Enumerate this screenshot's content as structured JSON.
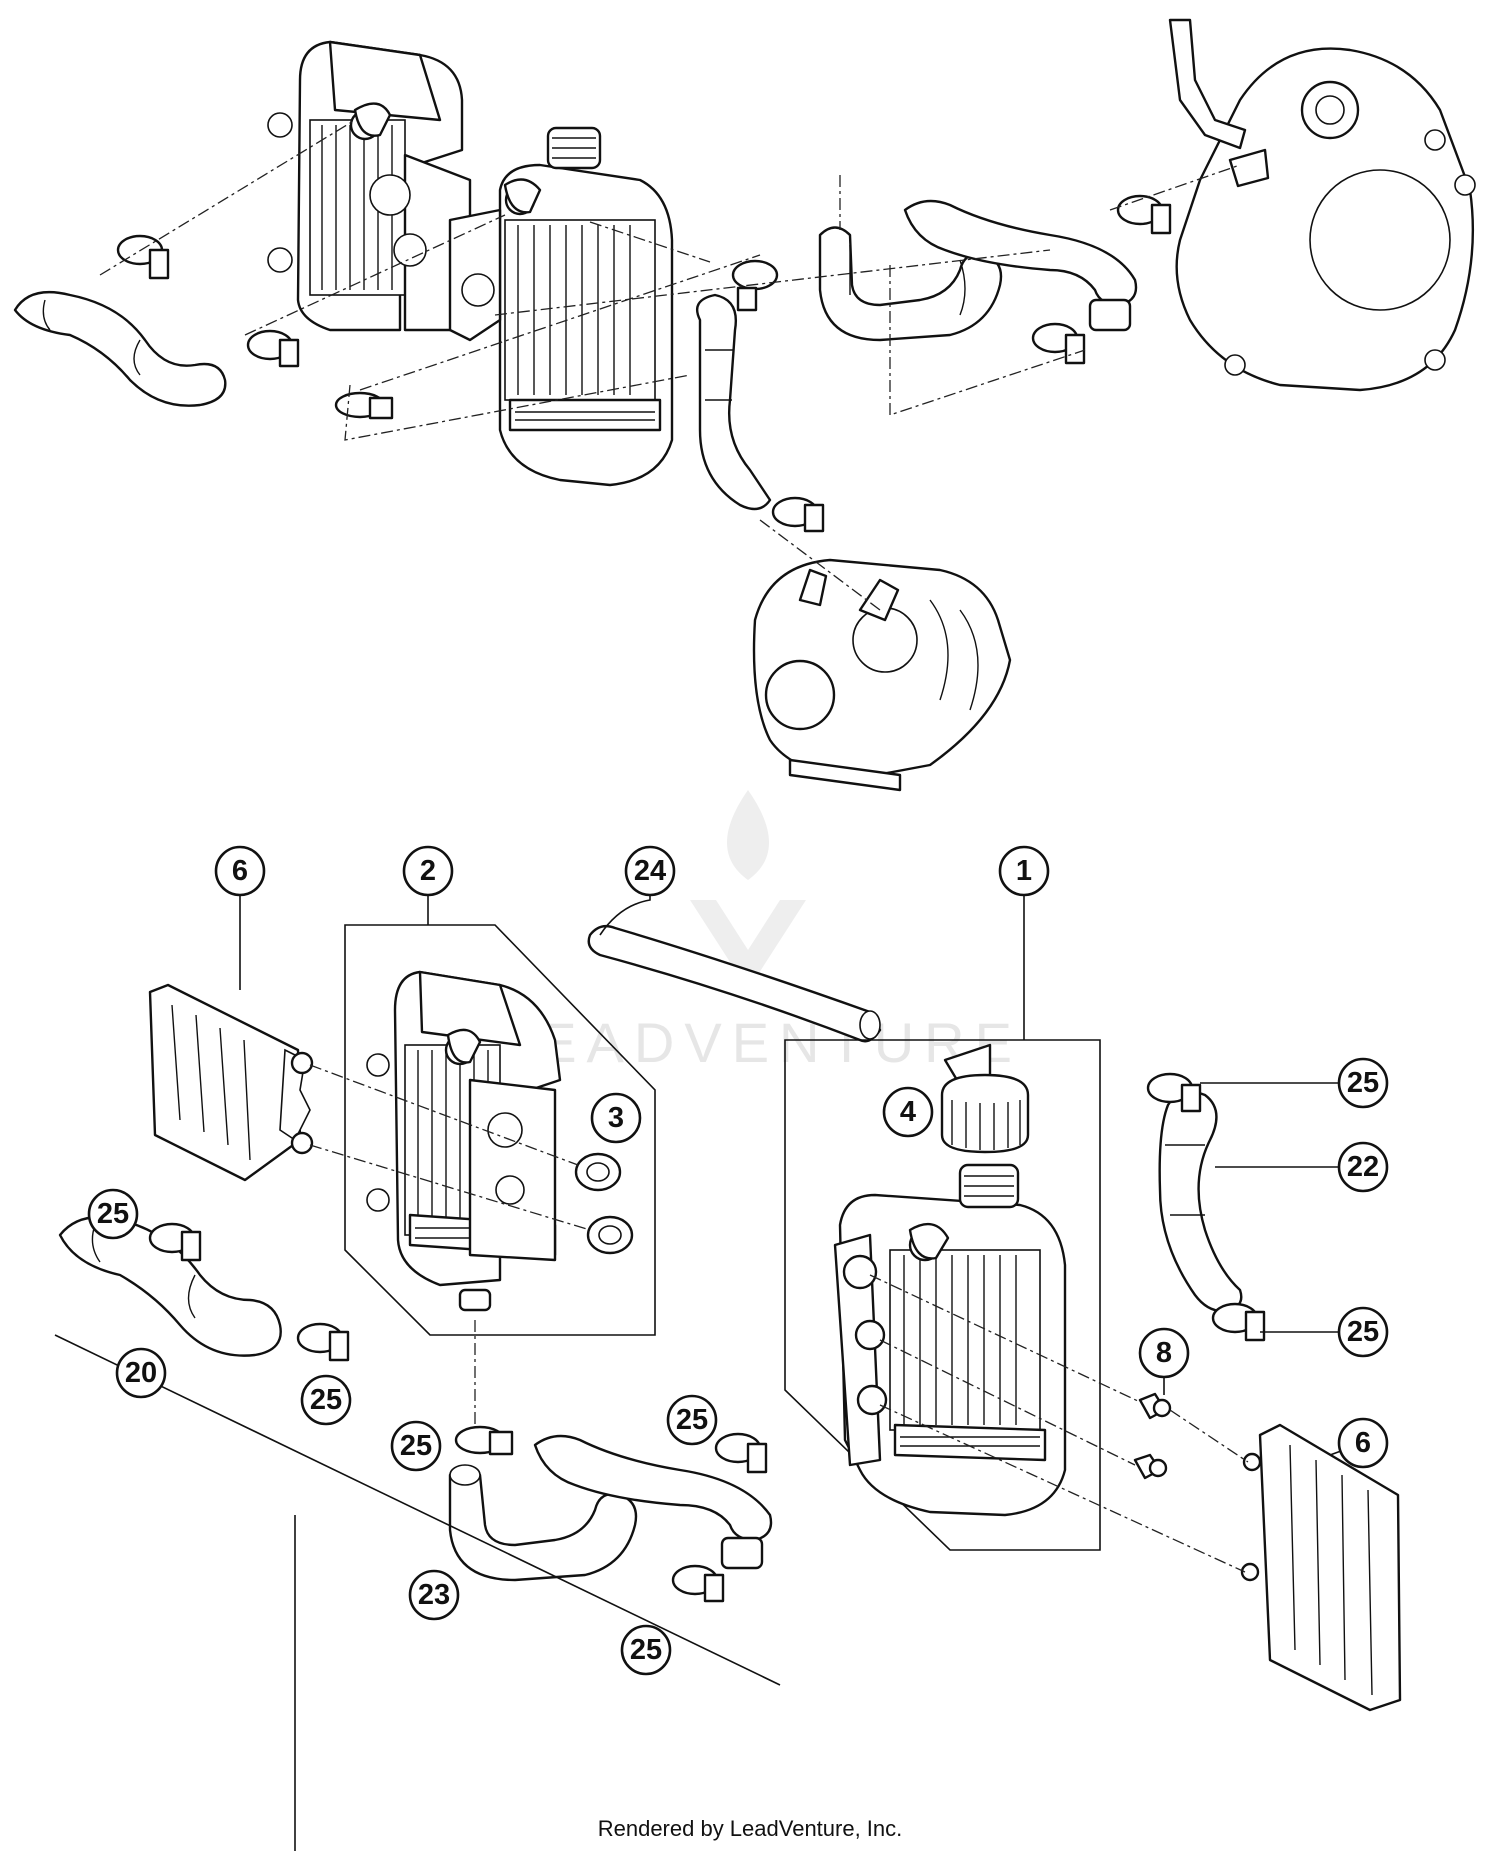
{
  "callouts": [
    {
      "label": "6"
    },
    {
      "label": "2"
    },
    {
      "label": "24"
    },
    {
      "label": "1"
    },
    {
      "label": "3"
    },
    {
      "label": "4"
    },
    {
      "label": "25"
    },
    {
      "label": "22"
    },
    {
      "label": "25"
    },
    {
      "label": "25"
    },
    {
      "label": "20"
    },
    {
      "label": "25"
    },
    {
      "label": "25"
    },
    {
      "label": "8"
    },
    {
      "label": "25"
    },
    {
      "label": "6"
    },
    {
      "label": "23"
    },
    {
      "label": "25"
    }
  ],
  "watermark": {
    "text": "LEADVENTURE"
  },
  "footer": {
    "credit": "Rendered by LeadVenture, Inc."
  }
}
